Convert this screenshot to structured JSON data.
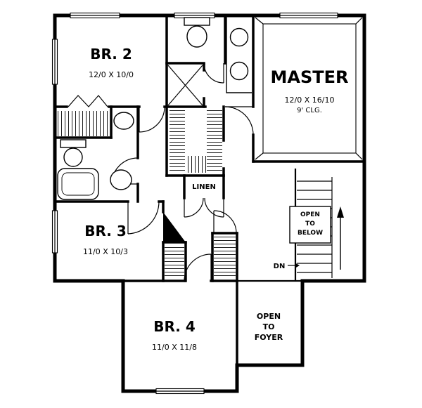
{
  "rooms": {
    "br2": {
      "name": "BR. 2",
      "dims": "12/0 X 10/0"
    },
    "master": {
      "name": "MASTER",
      "dims": "12/0 X 16/10",
      "ceiling": "9' CLG."
    },
    "br3": {
      "name": "BR. 3",
      "dims": "11/0 X 10/3"
    },
    "br4": {
      "name": "BR. 4",
      "dims": "11/0 X 11/8"
    }
  },
  "labels": {
    "linen": "LINEN",
    "open_to_below": {
      "l1": "OPEN",
      "l2": "TO",
      "l3": "BELOW"
    },
    "open_to_foyer": {
      "l1": "OPEN",
      "l2": "TO",
      "l3": "FOYER"
    },
    "down": "DN"
  },
  "colors": {
    "line": "#000000",
    "background": "#ffffff"
  }
}
